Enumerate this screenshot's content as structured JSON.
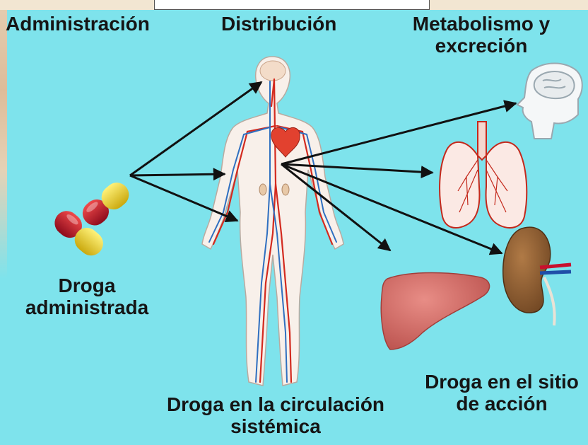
{
  "headers": {
    "administration": "Administración",
    "distribution": "Distribución",
    "metabolism": "Metabolismo y excreción"
  },
  "labels": {
    "drug_administered": "Droga administrada",
    "systemic_circulation": "Droga en la circulación sistémica",
    "site_of_action": "Droga en el sitio de acción"
  },
  "icons": [
    "capsules-icon",
    "human-body-icon",
    "heart-icon",
    "brain-head-icon",
    "lungs-icon",
    "liver-icon",
    "kidney-icon"
  ],
  "colors": {
    "background": "#7ee3ec",
    "capsule_red": "#c8102e",
    "capsule_yellow": "#f2d21a",
    "artery": "#d32a1f",
    "vein": "#2f6fc0",
    "liver": "#d9706b",
    "kidney": "#8a5a2e",
    "arrow": "#111111"
  }
}
